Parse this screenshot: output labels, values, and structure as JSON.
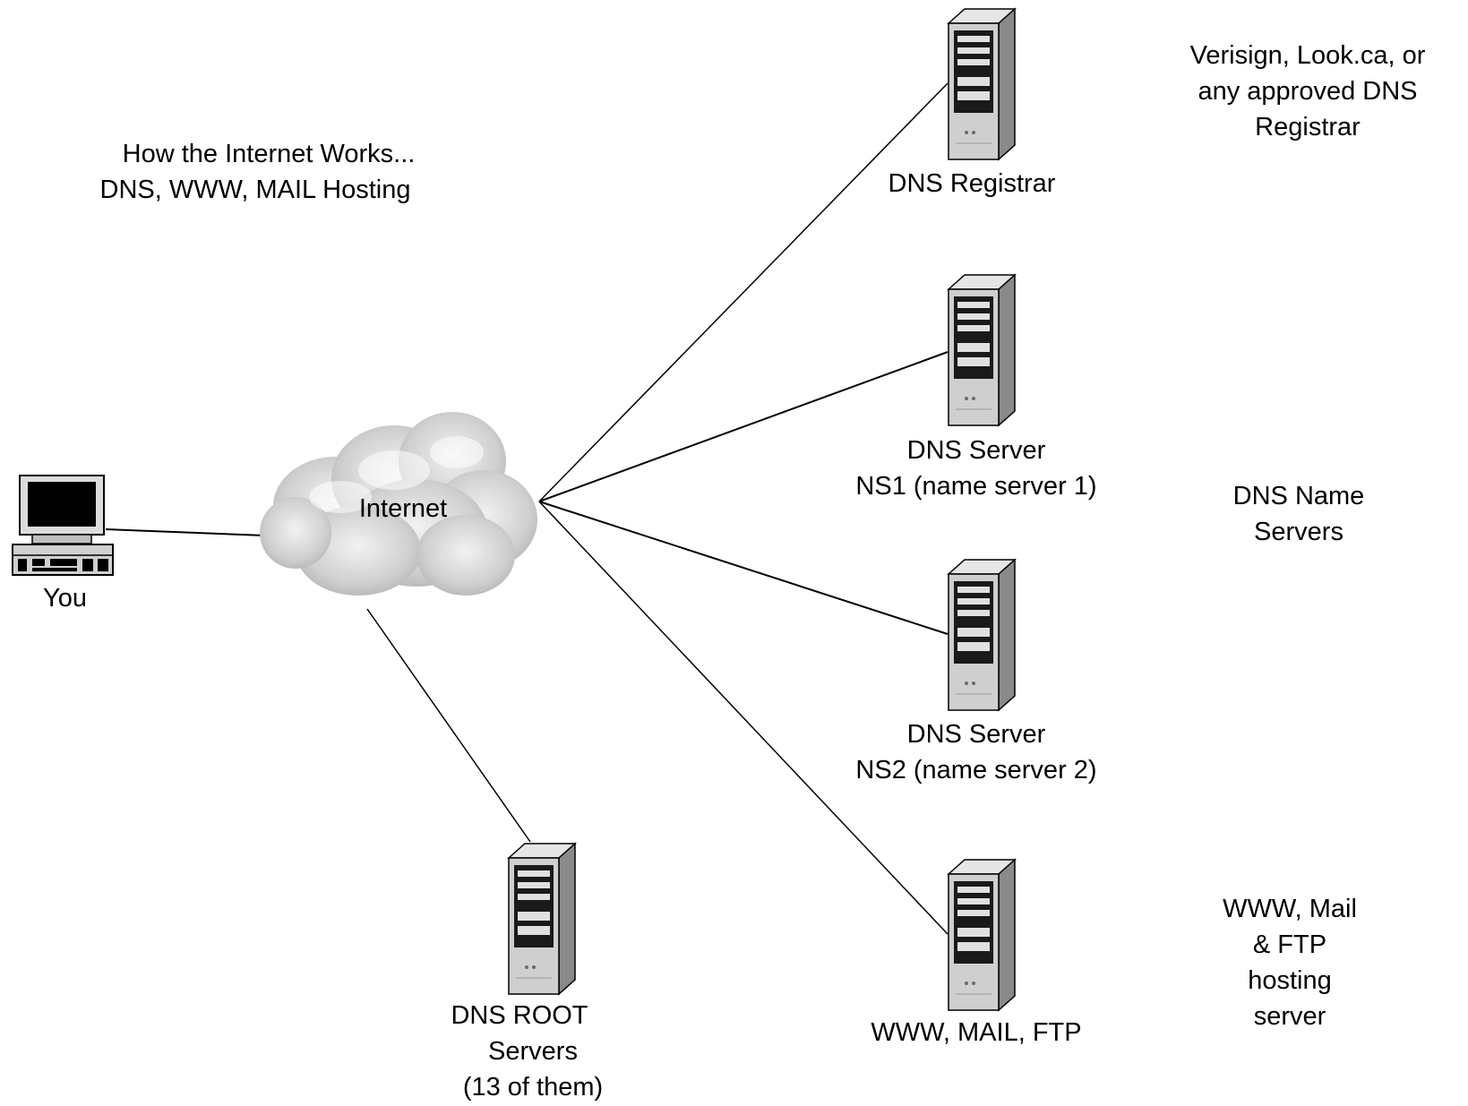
{
  "title": {
    "line1": "How the Internet Works...",
    "line2": "DNS, WWW, MAIL Hosting"
  },
  "nodes": {
    "you": {
      "label": "You"
    },
    "internet": {
      "label": "Internet"
    },
    "dns_registrar": {
      "label": "DNS Registrar"
    },
    "ns1": {
      "line1": "DNS Server",
      "line2": "NS1 (name server 1)"
    },
    "ns2": {
      "line1": "DNS Server",
      "line2": "NS2 (name server 2)"
    },
    "hosting": {
      "label": "WWW, MAIL, FTP"
    },
    "root": {
      "line1": "DNS ROOT",
      "line2": "Servers",
      "line3": "(13 of them)"
    }
  },
  "notes": {
    "registrar": {
      "line1": "Verisign, Look.ca, or",
      "line2": "any approved DNS",
      "line3": "Registrar"
    },
    "name_servers": {
      "line1": "DNS Name",
      "line2": "Servers"
    },
    "hosting": {
      "line1": "WWW, Mail",
      "line2": "& FTP",
      "line3": "hosting",
      "line4": "server"
    }
  },
  "connections": [
    {
      "from": "you",
      "to": "internet"
    },
    {
      "from": "internet",
      "to": "dns_registrar"
    },
    {
      "from": "internet",
      "to": "ns1"
    },
    {
      "from": "internet",
      "to": "ns2"
    },
    {
      "from": "internet",
      "to": "hosting"
    },
    {
      "from": "internet",
      "to": "root"
    }
  ]
}
